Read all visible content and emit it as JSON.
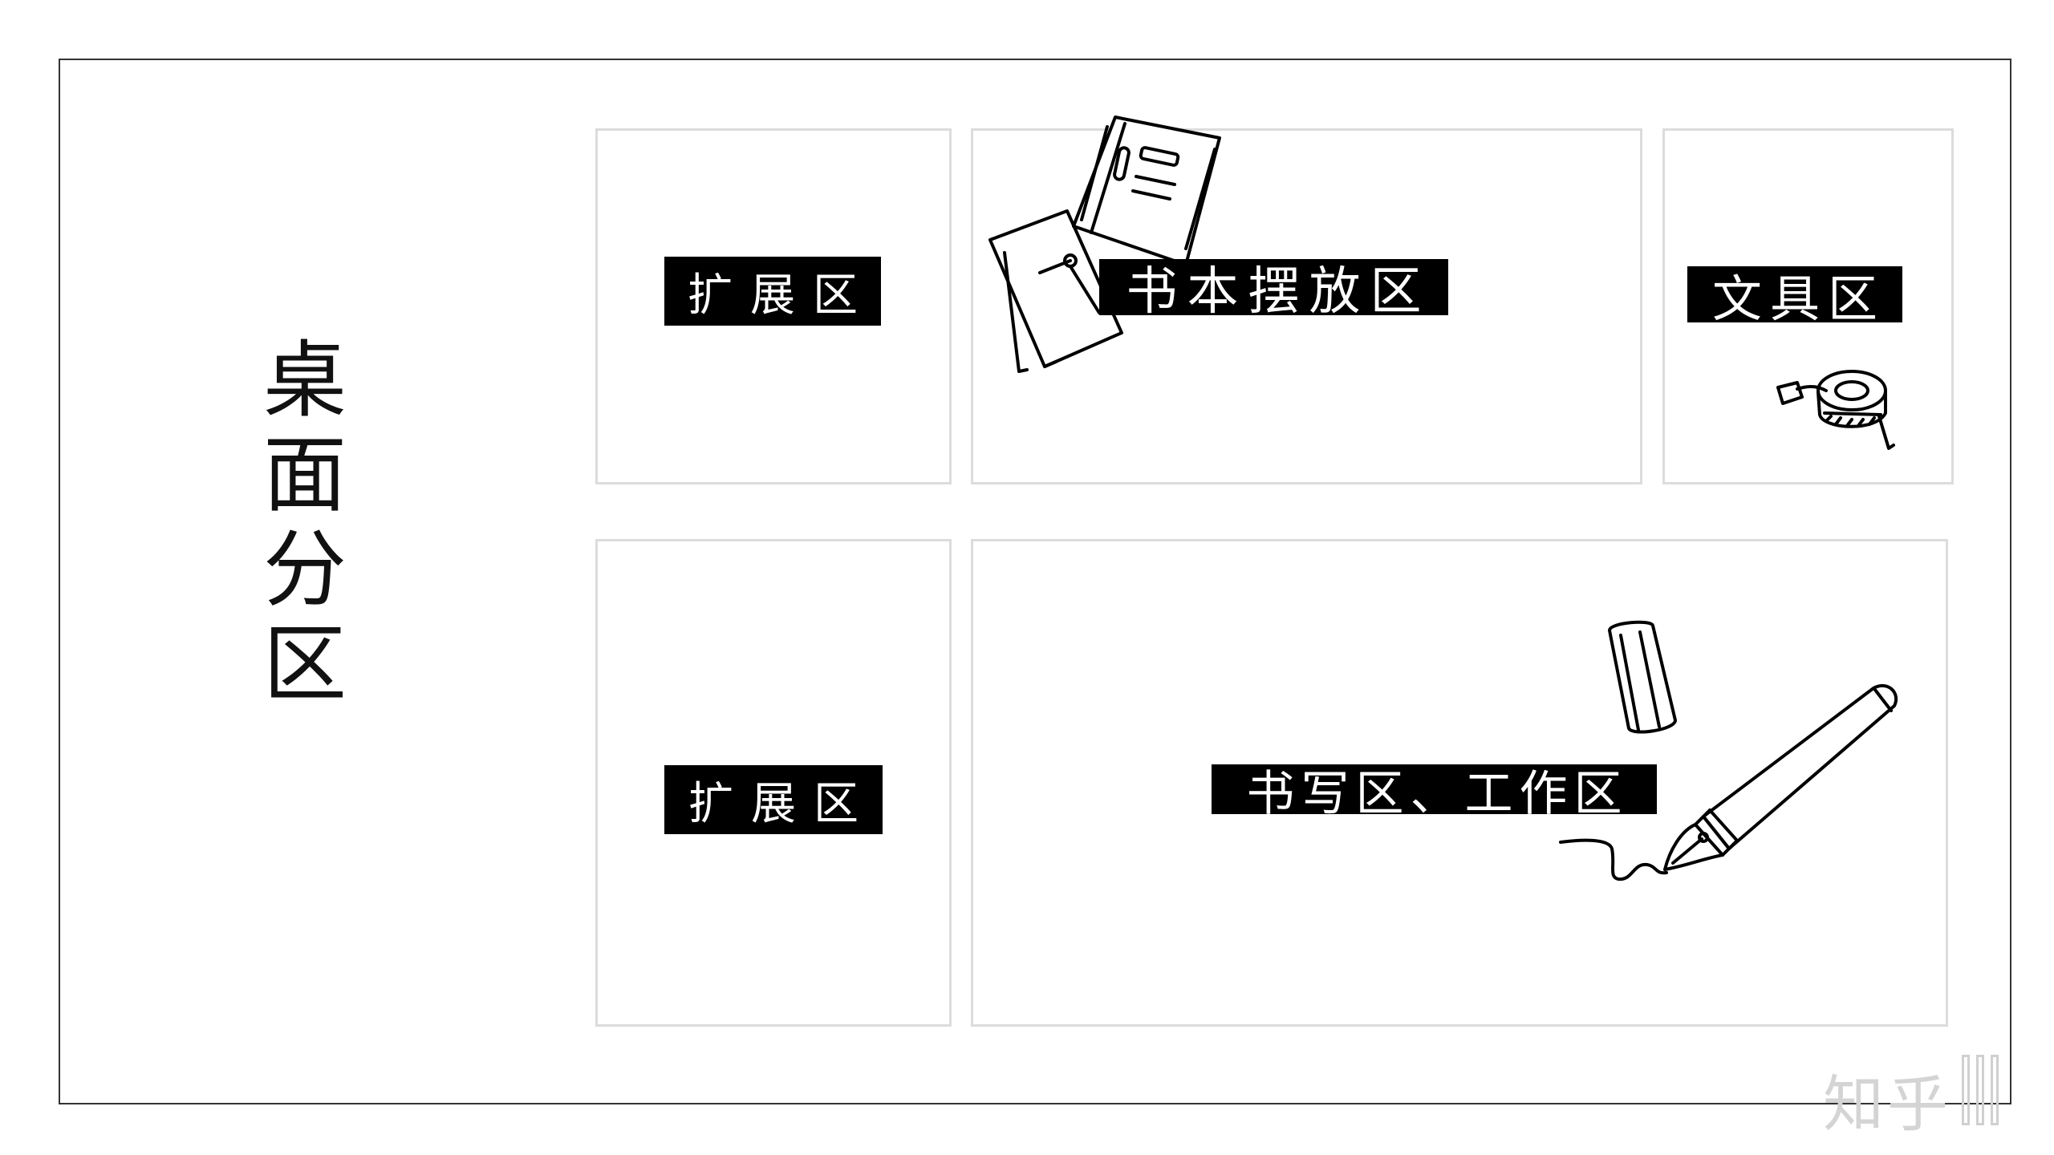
{
  "title": {
    "chars": [
      "桌",
      "面",
      "分",
      "区"
    ]
  },
  "zones": {
    "expand_top": {
      "label": "扩展区"
    },
    "books": {
      "label": "书本摆放区"
    },
    "stationery": {
      "label": "文具区"
    },
    "expand_bottom": {
      "label": "扩展区"
    },
    "writing": {
      "label": "书写区、工作区"
    }
  },
  "illustrations": [
    "notebook-icon",
    "book-icon",
    "tape-measure-icon",
    "pen-cap-icon",
    "fountain-pen-icon"
  ],
  "watermark": {
    "text": "知乎"
  },
  "colors": {
    "label_bg": "#000000",
    "label_text": "#ffffff",
    "zone_border": "#dcdcdc",
    "frame_border": "#333333"
  }
}
